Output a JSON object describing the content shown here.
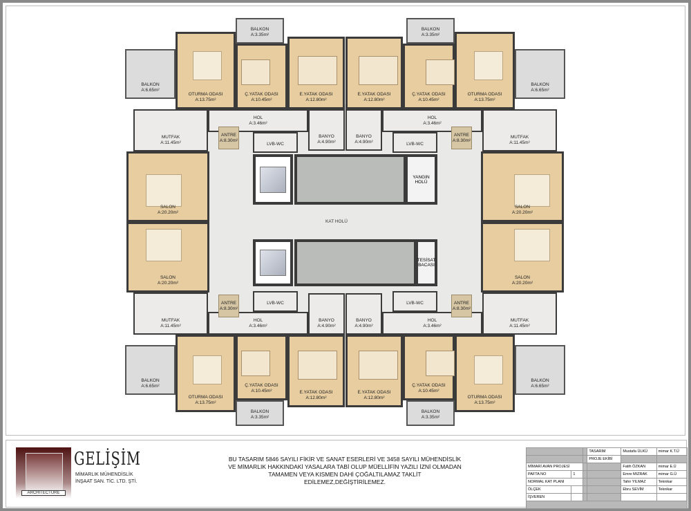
{
  "plan": {
    "units": [
      {
        "balkon_small": "BALKON",
        "balkon_small_area": "A:3.35m²",
        "oturma": "OTURMA ODASI",
        "oturma_area": "A:13.75m²",
        "cyatak": "Ç.YATAK ODASI",
        "cyatak_area": "A:10.45m²",
        "eyatak": "E.YATAK ODASI",
        "eyatak_area": "A:12.80m²",
        "balkon_large": "BALKON",
        "balkon_large_area": "A:6.65m²",
        "mutfak": "MUTFAK",
        "mutfak_area": "A:11.45m²",
        "hol": "HOL",
        "hol_area": "A:3.46m²",
        "banyo": "BANYO",
        "banyo_area": "A:4.90m²",
        "antre": "ANTRE",
        "antre_area": "A:8.30m²",
        "lvbwc": "LVB-WC",
        "lvbwc_area": "",
        "salon": "SALON",
        "salon_area": "A:20.20m²"
      },
      {
        "balkon_small": "BALKON",
        "balkon_small_area": "A:3.35m²",
        "oturma": "OTURMA ODASI",
        "oturma_area": "A:13.75m²",
        "cyatak": "Ç.YATAK ODASI",
        "cyatak_area": "A:10.45m²",
        "eyatak": "E.YATAK ODASI",
        "eyatak_area": "A:12.80m²",
        "balkon_large": "BALKON",
        "balkon_large_area": "A:6.65m²",
        "mutfak": "MUTFAK",
        "mutfak_area": "A:11.45m²",
        "hol": "HOL",
        "hol_area": "A:3.46m²",
        "banyo": "BANYO",
        "banyo_area": "A:4.90m²",
        "antre": "ANTRE",
        "antre_area": "A:8.30m²",
        "lvbwc": "LVB-WC",
        "lvbwc_area": "",
        "salon": "SALON",
        "salon_area": "A:20.20m²"
      },
      {
        "balkon_small": "BALKON",
        "balkon_small_area": "A:3.35m²",
        "oturma": "OTURMA ODASI",
        "oturma_area": "A:13.75m²",
        "cyatak": "Ç.YATAK ODASI",
        "cyatak_area": "A:10.45m²",
        "eyatak": "E.YATAK ODASI",
        "eyatak_area": "A:12.80m²",
        "balkon_large": "BALKON",
        "balkon_large_area": "A:6.65m²",
        "mutfak": "MUTFAK",
        "mutfak_area": "A:11.45m²",
        "hol": "HOL",
        "hol_area": "A:3.46m²",
        "banyo": "BANYO",
        "banyo_area": "A:4.90m²",
        "antre": "ANTRE",
        "antre_area": "A:8.30m²",
        "lvbwc": "LVB-WC",
        "lvbwc_area": "",
        "salon": "SALON",
        "salon_area": "A:20.20m²"
      },
      {
        "balkon_small": "BALKON",
        "balkon_small_area": "A:3.35m²",
        "oturma": "OTURMA ODASI",
        "oturma_area": "A:13.75m²",
        "cyatak": "Ç.YATAK ODASI",
        "cyatak_area": "A:10.45m²",
        "eyatak": "E.YATAK ODASI",
        "eyatak_area": "A:12.80m²",
        "balkon_large": "BALKON",
        "balkon_large_area": "A:6.65m²",
        "mutfak": "MUTFAK",
        "mutfak_area": "A:11.45m²",
        "hol": "HOL",
        "hol_area": "A:3.46m²",
        "banyo": "BANYO",
        "banyo_area": "A:4.90m²",
        "antre": "ANTRE",
        "antre_area": "A:8.30m²",
        "lvbwc": "LVB-WC",
        "lvbwc_area": "",
        "salon": "SALON",
        "salon_area": "A:20.20m²"
      }
    ],
    "kat_holu": "KAT HOLÜ",
    "yangin_holu": "YANGIN HOLÜ",
    "tesisat_bacasi": "TESİSAT BACASI"
  },
  "title_block": {
    "company": "GELİŞİM",
    "company_sub1": "MİMARLIK  MÜHENDİSLİK",
    "company_sub2": "İNŞAAT SAN. TİC. LTD. ŞTİ.",
    "logo_text": "ARCHITECTURE",
    "notice": "BU TASARIM 5846 SAYILI FİKİR VE SANAT ESERLERİ VE 3458 SAYILI MÜHENDİSLİK VE MİMARLIK HAKKINDAKİ YASALARA TABİ OLUP MÜELLİFİN YAZILI İZNİ OLMADAN TAMAMEN VEYA KISMEN DAHİ ÇOĞALTILAMAZ TAKLİT EDİLEMEZ,DEĞİŞTİRİLEMEZ.",
    "table": {
      "tasarim_label": "TASARIM",
      "tasarim_name": "Mustafa ÜLKÜ",
      "tasarim_title": "mimar  K.T.Ü",
      "proje_ekibi": "PROJE EKİBİ",
      "project": "MİMARİ AVAN PROJESİ",
      "pafta_label": "PAFTA NO",
      "pafta_value": "1",
      "sheet": "NORMAL KAT PLANI",
      "olcek_label": "ÖLÇEK",
      "isveren_label": "İŞVEREN",
      "team": [
        {
          "name": "Fatih ÖZKAN",
          "title": "mimar  E.Ü"
        },
        {
          "name": "Emre MIZRAK",
          "title": "mimar  G.Ü"
        },
        {
          "name": "Tahir YILMAZ",
          "title": "Teknikar"
        },
        {
          "name": "Ebru SEVİM",
          "title": "Teknikar"
        }
      ]
    }
  }
}
